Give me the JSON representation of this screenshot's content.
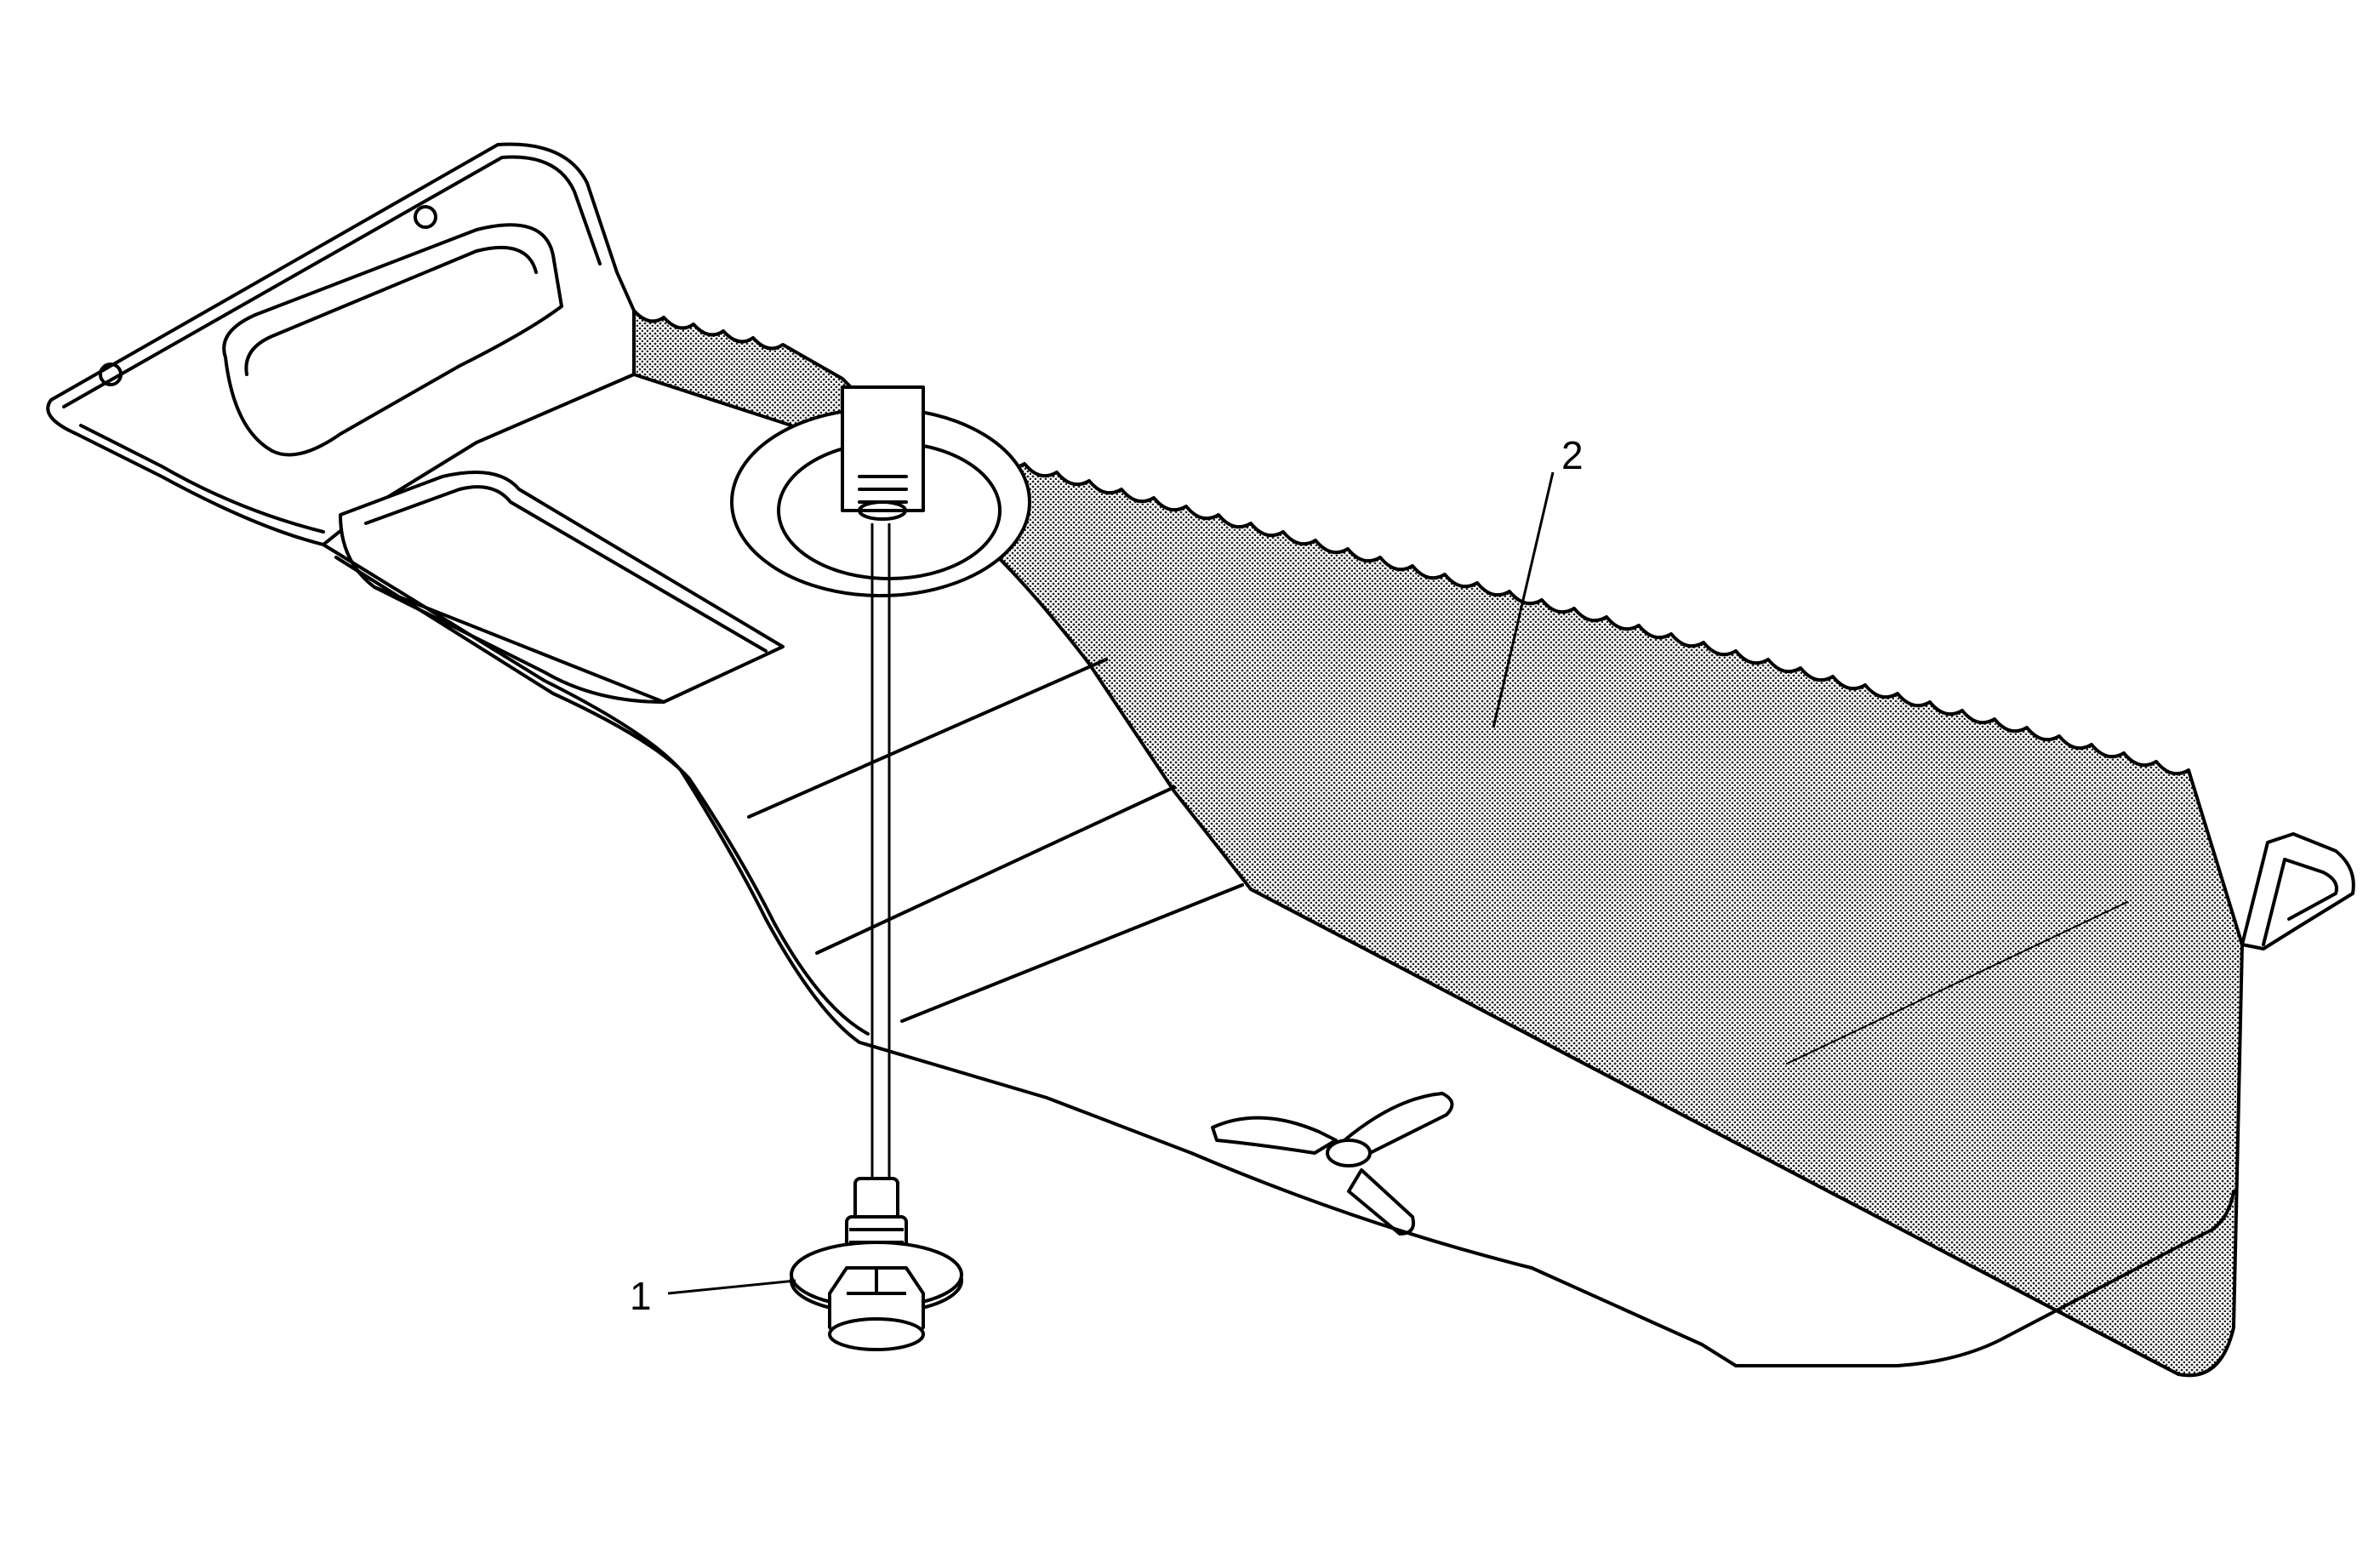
{
  "figure": {
    "type": "exploded-parts-illustration",
    "background_color": "#ffffff",
    "line_color": "#000000",
    "shaded_fill_color": "#9a9a9a"
  },
  "parts": [
    {
      "callout": "1",
      "icon": "hex-flange-bolt-icon"
    },
    {
      "callout": "2",
      "icon": "underbody-shield-panel-icon"
    }
  ]
}
